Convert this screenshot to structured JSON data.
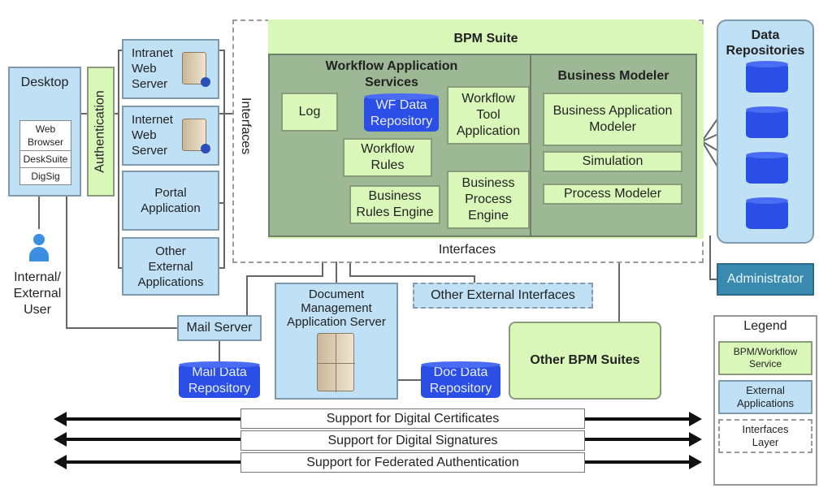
{
  "desktop": {
    "title": "Desktop",
    "items": [
      "Web Browser",
      "DeskSuite",
      "DigSig"
    ]
  },
  "authentication": "Authentication",
  "user": {
    "label": "Internal/ External User"
  },
  "external_apps": [
    {
      "label": "Intranet Web Server",
      "icon": "server-icon"
    },
    {
      "label": "Internet Web Server",
      "icon": "server-icon"
    },
    {
      "label": "Portal Application"
    },
    {
      "label": "Other External Applications"
    }
  ],
  "interfaces_layer": {
    "left_label": "Interfaces",
    "bottom_label": "Interfaces"
  },
  "bpm_suite": {
    "title": "BPM Suite",
    "workflow_services": {
      "title": "Workflow Application Services",
      "log": "Log",
      "wf_repo": "WF Data Repository",
      "workflow_tool": "Workflow Tool Application",
      "workflow_rules": "Workflow Rules",
      "business_rules_engine": "Business Rules Engine",
      "business_process_engine": "Business Process Engine"
    },
    "business_modeler": {
      "title": "Business Modeler",
      "items": [
        "Business Application Modeler",
        "Simulation",
        "Process Modeler"
      ]
    }
  },
  "data_repositories": {
    "title": "Data Repositories",
    "count": 4
  },
  "administrator": "Administrator",
  "mail_server": "Mail Server",
  "mail_repo": "Mail Data Repository",
  "doc_mgmt": "Document Management Application Server",
  "doc_repo": "Doc Data Repository",
  "other_external_interfaces": "Other External Interfaces",
  "other_bpm_suites": "Other BPM Suites",
  "support_bars": [
    "Support for Digital Certificates",
    "Support for Digital Signatures",
    "Support for Federated Authentication"
  ],
  "legend": {
    "title": "Legend",
    "items": [
      "BPM/Workflow Service",
      "External Applications",
      "Interfaces Layer"
    ]
  },
  "colors": {
    "external": "#bfe0f5",
    "bpm_light": "#d9f7b8",
    "bpm_dark": "#9cb894",
    "repository": "#2b4fe6",
    "administrator": "#3a8ab0"
  }
}
